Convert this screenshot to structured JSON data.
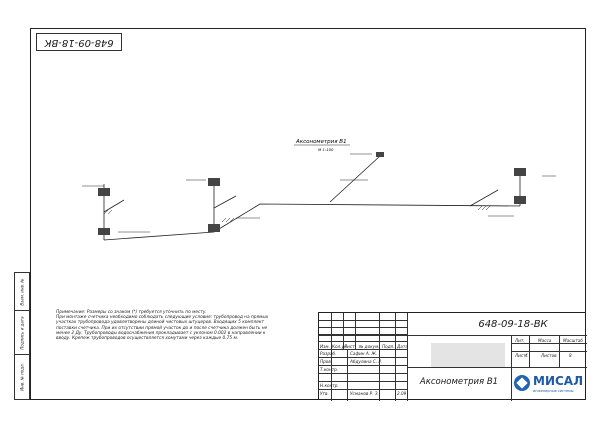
{
  "drawing": {
    "code": "648-09-18-ВК",
    "corner_code": "648-09-18-ВК",
    "title": "Аксонометрия В1",
    "view_label": "Аксонометрия В1",
    "scale_label": "М 1:100"
  },
  "side_strip": {
    "labels": [
      "Инв. № подл.",
      "Подпись и дата",
      "Взам. инв. №"
    ]
  },
  "notes": {
    "lines": [
      "Примечание: Размеры со знаком (*) требуется уточнить по месту.",
      "При монтаже счетчика необходимо соблюдать следующие условия: трубопровод на прямых",
      "участках трубопровода удовлетворены длиной чистовых штуцеров. Входящих 5 комплект",
      "поставки счетчика. При их отсутствии прямой участок до и после счетчика должен быть не",
      "менее 2 Ду. Трубопроводы водоснабжения прокладывает с уклоном 0.002 в направлении к",
      "вводу. Крепеж трубопроводов осуществляется хомутами через каждые 0.75 м."
    ]
  },
  "title_block": {
    "headers": [
      "Изм.",
      "Кол.уч",
      "Лист",
      "№ докум.",
      "Подп.",
      "Дата"
    ],
    "roles": [
      "Разраб.",
      "Пров.",
      "Т.контр.",
      "",
      "Н.контр.",
      "Утв."
    ],
    "names": [
      "Сафин А. Ж.",
      "Абдулина С. Р.",
      "",
      "",
      "",
      "Усманов Р. З."
    ],
    "date": "2.09",
    "stage_headers": [
      "Лит.",
      "Масса",
      "Масштаб"
    ],
    "sheet_label": "Лист",
    "sheet_value": "4",
    "sheets_label": "Листов",
    "sheets_value": "8"
  },
  "company": {
    "name": "МИСАЛ",
    "tagline": "инженерные системы"
  },
  "colors": {
    "logo_blue": "#1f64b5",
    "line": "#222222"
  }
}
